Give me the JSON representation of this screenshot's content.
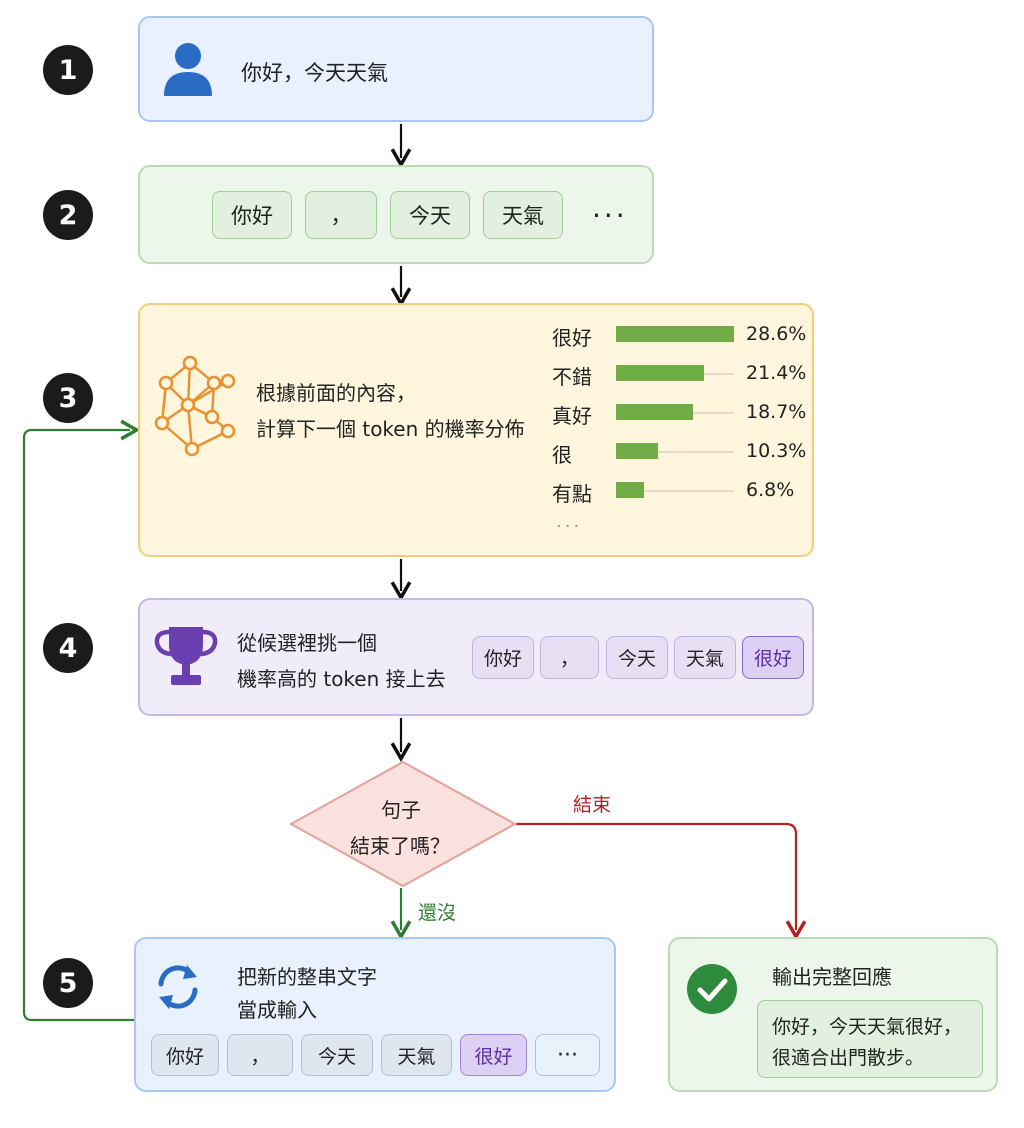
{
  "steps": [
    "1",
    "2",
    "3",
    "4",
    "5"
  ],
  "step1": {
    "text": "你好，今天天氣"
  },
  "step2": {
    "tokens": [
      "你好",
      "，",
      "今天",
      "天氣"
    ],
    "ellipsis": "···"
  },
  "step3": {
    "line1": "根據前面的內容，",
    "line2": "計算下一個 token 的機率分佈",
    "distribution": [
      {
        "label": "很好",
        "value": "28.6%",
        "p": 28.6
      },
      {
        "label": "不錯",
        "value": "21.4%",
        "p": 21.4
      },
      {
        "label": "真好",
        "value": "18.7%",
        "p": 18.7
      },
      {
        "label": "很",
        "value": "10.3%",
        "p": 10.3
      },
      {
        "label": "有點",
        "value": "6.8%",
        "p": 6.8
      }
    ],
    "ellipsis": "···"
  },
  "step4": {
    "line1": "從候選裡挑一個",
    "line2": "機率高的 token 接上去",
    "tokens": [
      "你好",
      "，",
      "今天",
      "天氣",
      "很好"
    ]
  },
  "decision": {
    "line1": "句子",
    "line2": "結束了嗎？",
    "yes_label": "結束",
    "no_label": "還沒"
  },
  "step5": {
    "line1": "把新的整串文字",
    "line2": "當成輸入",
    "tokens": [
      "你好",
      "，",
      "今天",
      "天氣",
      "很好"
    ],
    "ellipsis": "···"
  },
  "output": {
    "title": "輸出完整回應",
    "line1": "你好，今天天氣很好，",
    "line2": "很適合出門散步。"
  },
  "colors": {
    "user_icon": "#2a6cc4",
    "network_icon": "#e8912f",
    "trophy_icon": "#6a3fb0",
    "refresh_icon": "#2a6cc4",
    "check_icon": "#2e8b3d",
    "bar": "#70ad47",
    "loop_arrow": "#2e7d32",
    "end_arrow": "#b22222"
  }
}
